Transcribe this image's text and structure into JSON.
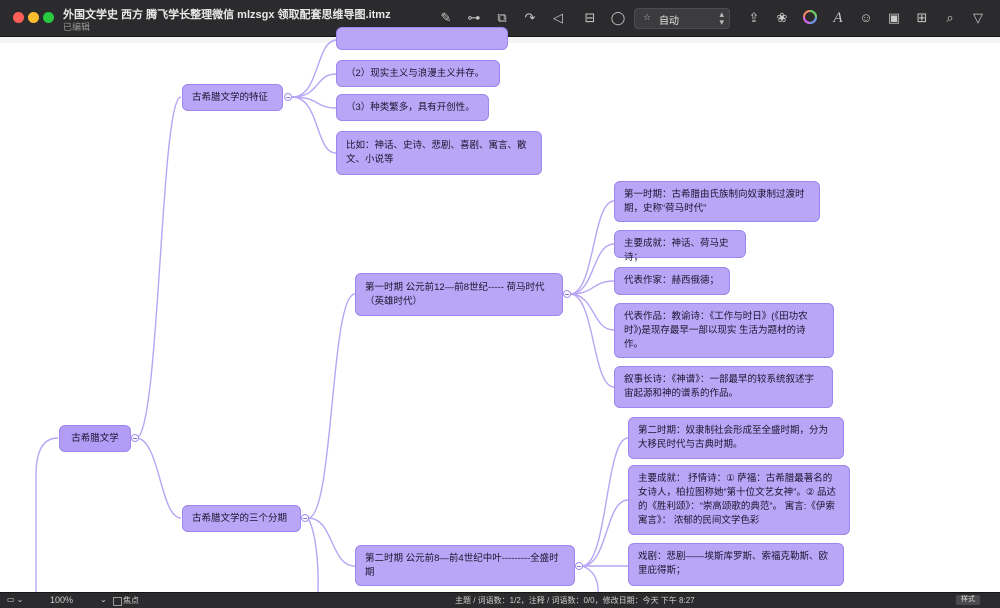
{
  "window": {
    "title": "外国文学史 西方 腾飞学长整理微信 mlzsgx 领取配套思维导图.itmz",
    "subtitle": "已编辑"
  },
  "toolbar": {
    "icons": [
      "edit-icon",
      "link-icon",
      "shapes-icon",
      "redo-arrow-icon",
      "tag-icon",
      "collapse-icon",
      "comment-icon",
      "share-icon",
      "palette-icon",
      "color-wheel-icon",
      "italic-icon",
      "emoji-icon",
      "image-icon",
      "table-icon",
      "search-icon",
      "filter-icon"
    ],
    "style_value": "自动"
  },
  "mindmap": {
    "root": "古希腊文学",
    "branch1": "古希腊文学的特征",
    "b1_items": [
      "",
      "（2）现实主义与浪漫主义并存。",
      "（3）种类繁多，具有开创性。",
      "比如：神话、史诗、悲剧、喜剧、寓言、散文、小说等"
    ],
    "branch2": "古希腊文学的三个分期",
    "period1": "第一时期 公元前12—前8世纪----- 荷马时代（英雄时代）",
    "p1_items": [
      "第一时期：古希腊由氏族制向奴隶制过渡时期，史称“荷马时代”",
      "主要成就：神话、荷马史诗；",
      "代表作家：赫西俄德；",
      "代表作品：教谕诗：《工作与时日》(《田功农时》)是现存最早一部以现实 生活为题材的诗作。",
      "叙事长诗：《神谱》：一部最早的较系统叙述宇宙起源和神的谱系的作品。"
    ],
    "period2": "第二时期 公元前8—前4世纪中叶---------全盛时期",
    "p2_items": [
      "第二时期：奴隶制社会形成至全盛时期，分为大移民时代与古典时期。",
      "主要成就： 抒情诗：① 萨福：古希腊最著名的女诗人，柏拉图称她“第十位文艺女神”。② 品达的《胜利颂》：“崇高颂歌的典范”。 寓言:《伊索寓言》： 浓郁的民间文学色彩",
      "戏剧：悲剧——埃斯库罗斯、索福克勒斯、欧里庇得斯；"
    ]
  },
  "statusbar": {
    "zoom": "100%",
    "focus": "焦点",
    "stats": "主题 / 词语数：1/2，注释 / 词语数：0/0，修改日期：今天 下午 8:27",
    "format_button": "样式"
  },
  "colors": {
    "node_fill": "#b9a6f6",
    "node_border": "#9d86ee",
    "link": "#b7a6f3",
    "titlebar": "#2b2b2d"
  }
}
